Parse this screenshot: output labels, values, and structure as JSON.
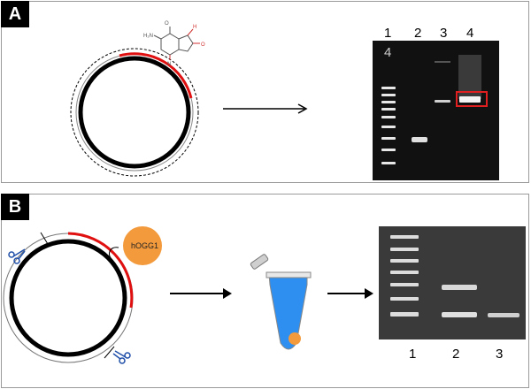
{
  "panels": [
    {
      "label": "A",
      "gel_lanes": [
        "1",
        "2",
        "3",
        "4"
      ],
      "gel_lane_extra": "4"
    },
    {
      "label": "B",
      "enzyme_label": "hOGG1",
      "gel_lanes": [
        "1",
        "2",
        "3"
      ]
    }
  ],
  "colors": {
    "modified_strand": "#e01010",
    "highlight_box": "#e02020",
    "enzyme": "#f39a3c",
    "tube_liquid": "#2f8ff0",
    "gel_background": "#111111"
  }
}
